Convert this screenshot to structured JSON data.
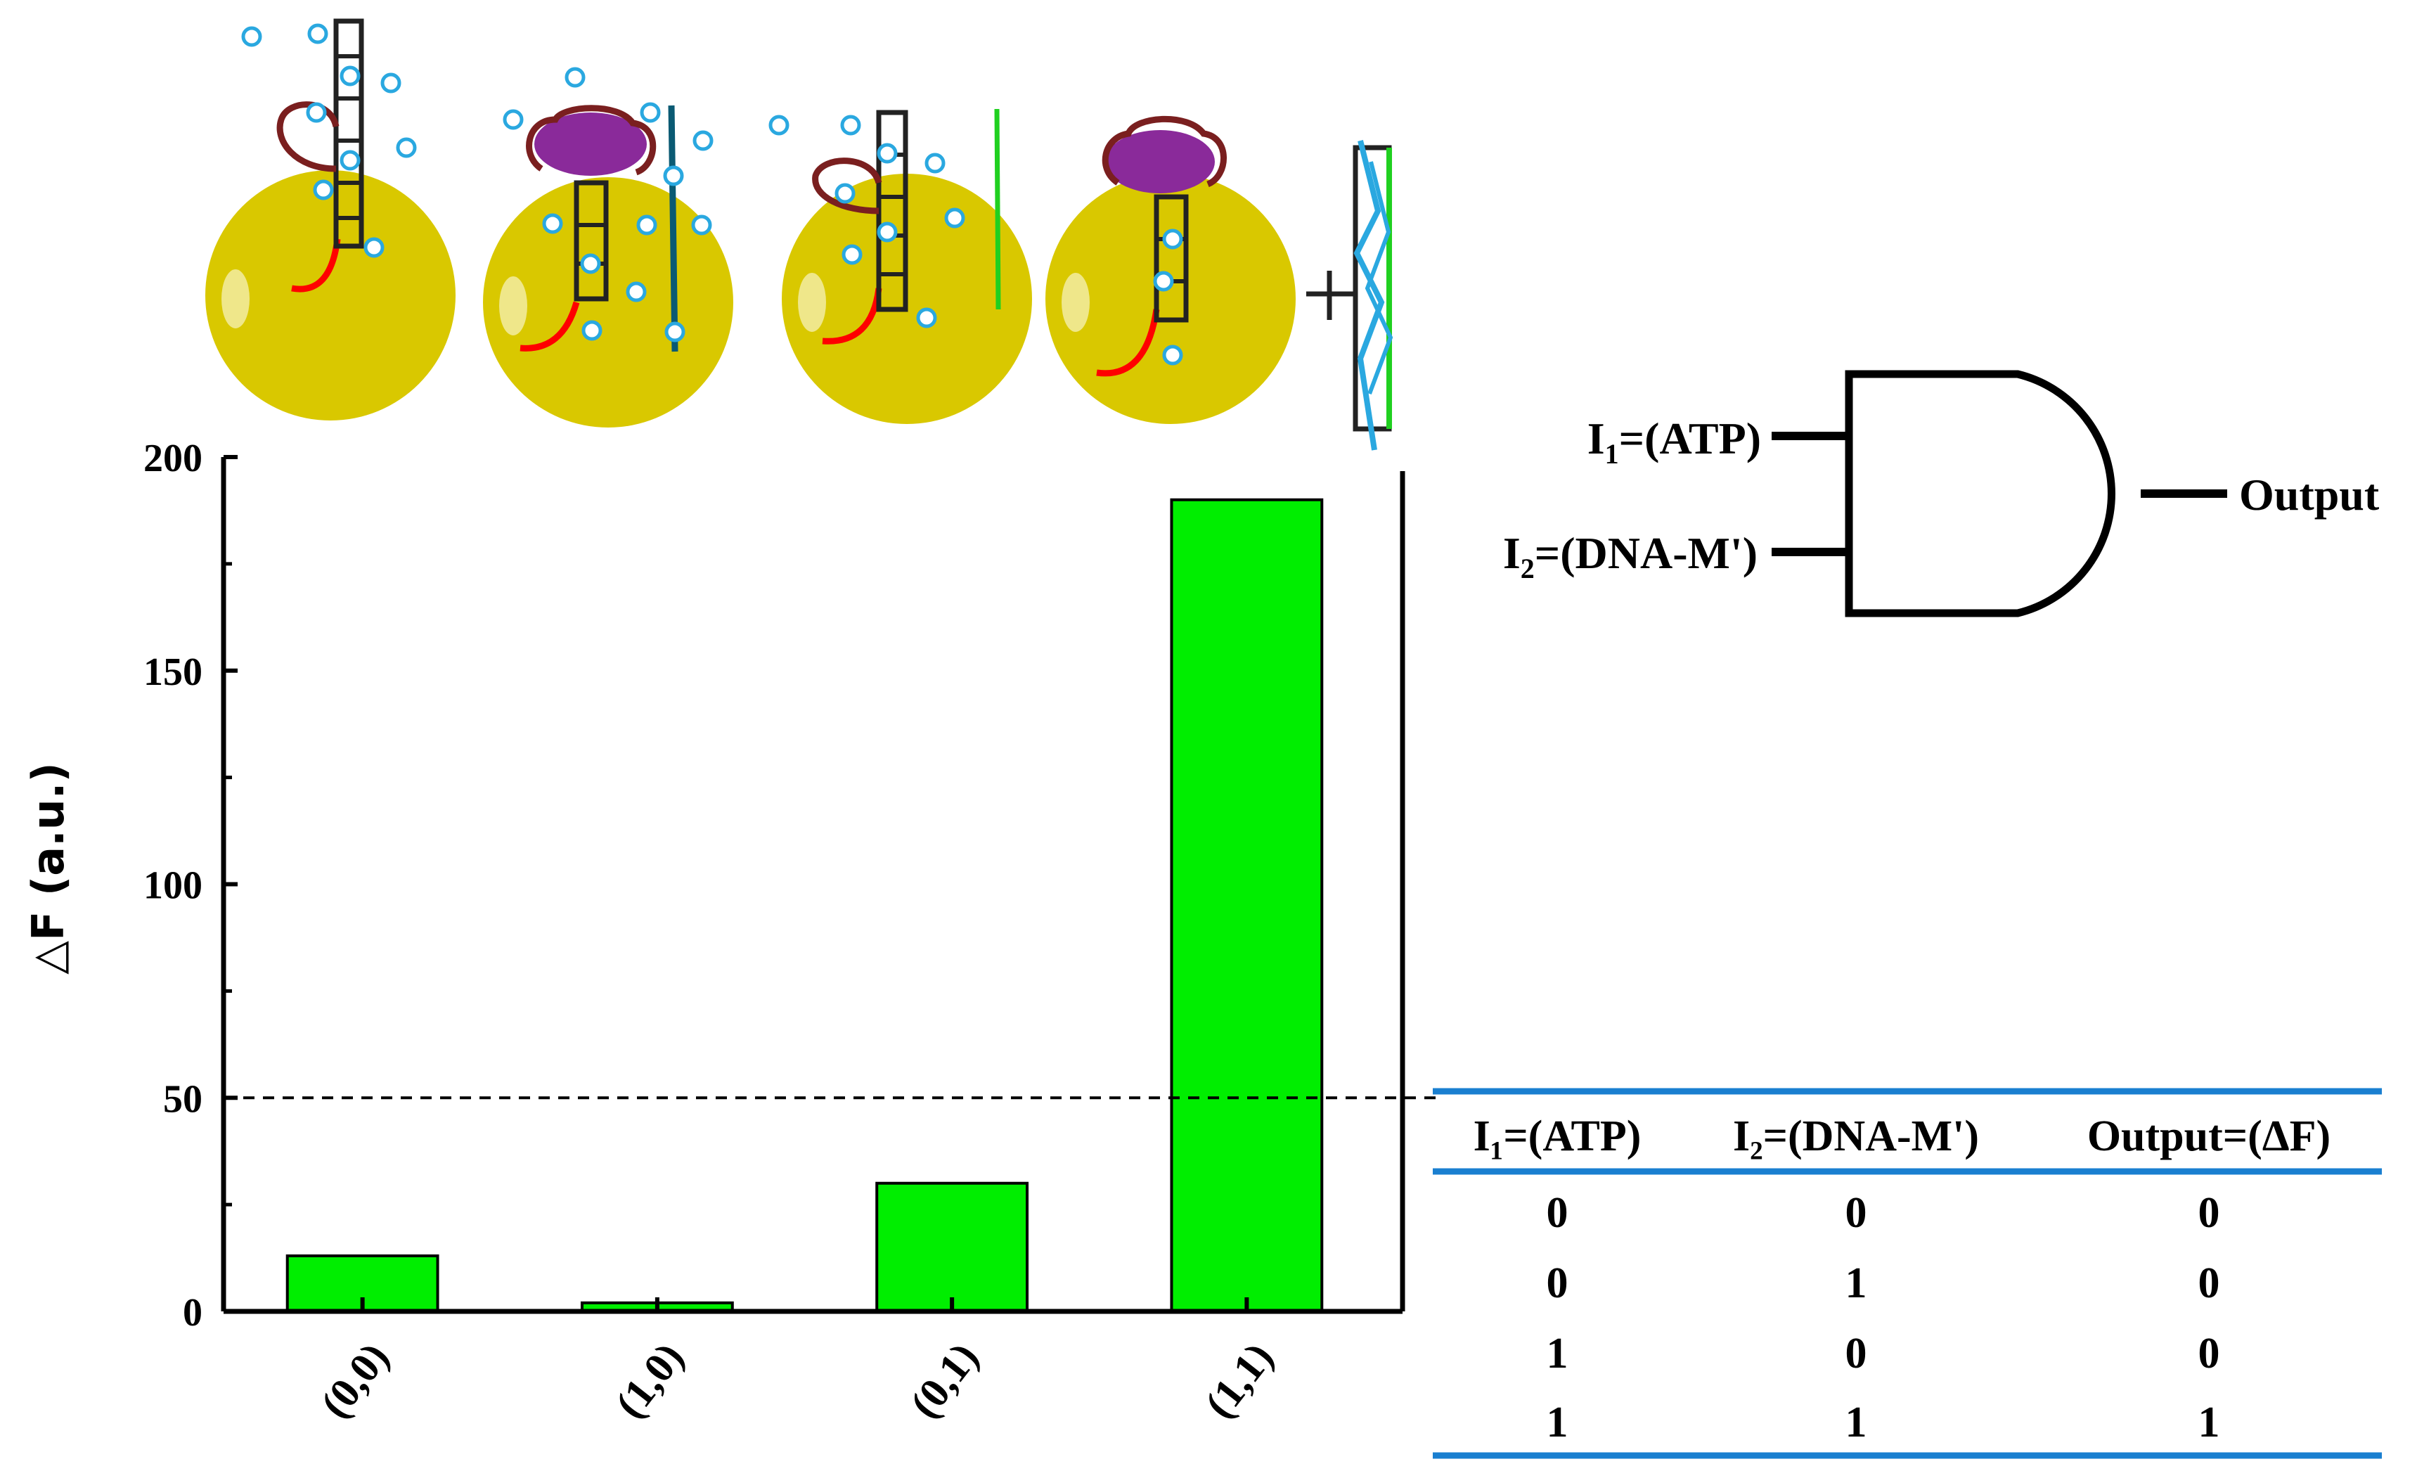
{
  "chart_data": {
    "type": "bar",
    "categories": [
      "(0,0)",
      "(1,0)",
      "(0,1)",
      "(1,1)"
    ],
    "values": [
      13,
      2,
      30,
      190
    ],
    "ylabel": "△F (a.u.)",
    "xlabel": "",
    "ylim": [
      0,
      200
    ],
    "yticks": [
      "0",
      "50",
      "100",
      "150",
      "200"
    ],
    "threshold": 50,
    "bar_color": "#00ee00",
    "grid": false,
    "legend": "none"
  },
  "gate": {
    "type": "AND",
    "input1": {
      "main": "I",
      "sub": "1",
      "rest": "=(ATP)"
    },
    "input2": {
      "main": "I",
      "sub": "2",
      "rest": "=(DNA-M')"
    },
    "output": "Output"
  },
  "truth_table": {
    "headers": [
      "I₁=(ATP)",
      "I₂=(DNA-M')",
      "Output=(ΔF)"
    ],
    "rows": [
      [
        "0",
        "0",
        "0"
      ],
      [
        "0",
        "1",
        "0"
      ],
      [
        "1",
        "0",
        "0"
      ],
      [
        "1",
        "1",
        "1"
      ]
    ],
    "rule_color": "#1a7fd0"
  },
  "illustration": {
    "sphere_color": "#d9c800",
    "protein_color": "#8a2a9a",
    "loop_color": "#7a1f1f",
    "tail_color": "#ff0000",
    "probe_color": "#0a5a73",
    "marker_color": "#2aa8e0",
    "plus": "+"
  }
}
